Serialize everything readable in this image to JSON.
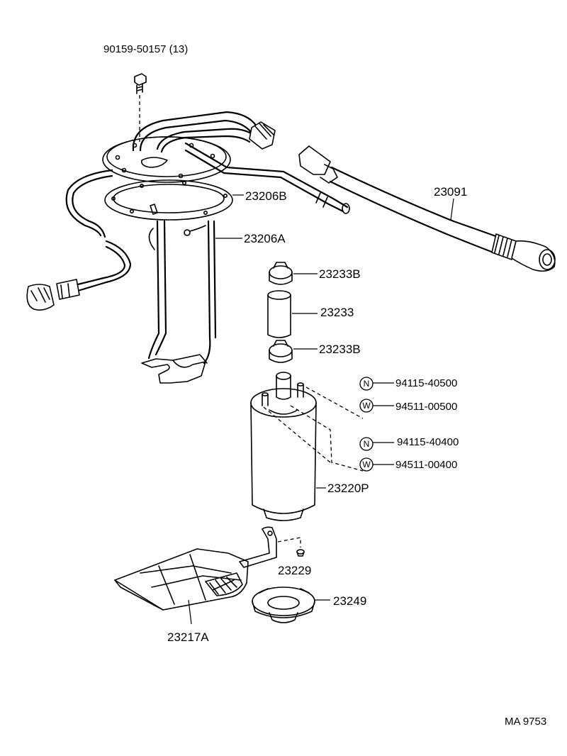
{
  "labels": {
    "bolt": "90159-50157 (13)",
    "gasket": "23206B",
    "bracket": "23206A",
    "hose": "23091",
    "clamp_top": "23233B",
    "hose_short": "23233",
    "clamp_bottom": "23233B",
    "nut_1": "94115-40500",
    "washer_1": "94511-00500",
    "nut_2": "94115-40400",
    "washer_2": "94511-00400",
    "pump": "23220P",
    "clip": "23229",
    "filter": "23217A",
    "cushion": "23249",
    "drawing_code": "MA 9753"
  },
  "badges": {
    "nut_symbol": "N",
    "washer_symbol": "W"
  }
}
